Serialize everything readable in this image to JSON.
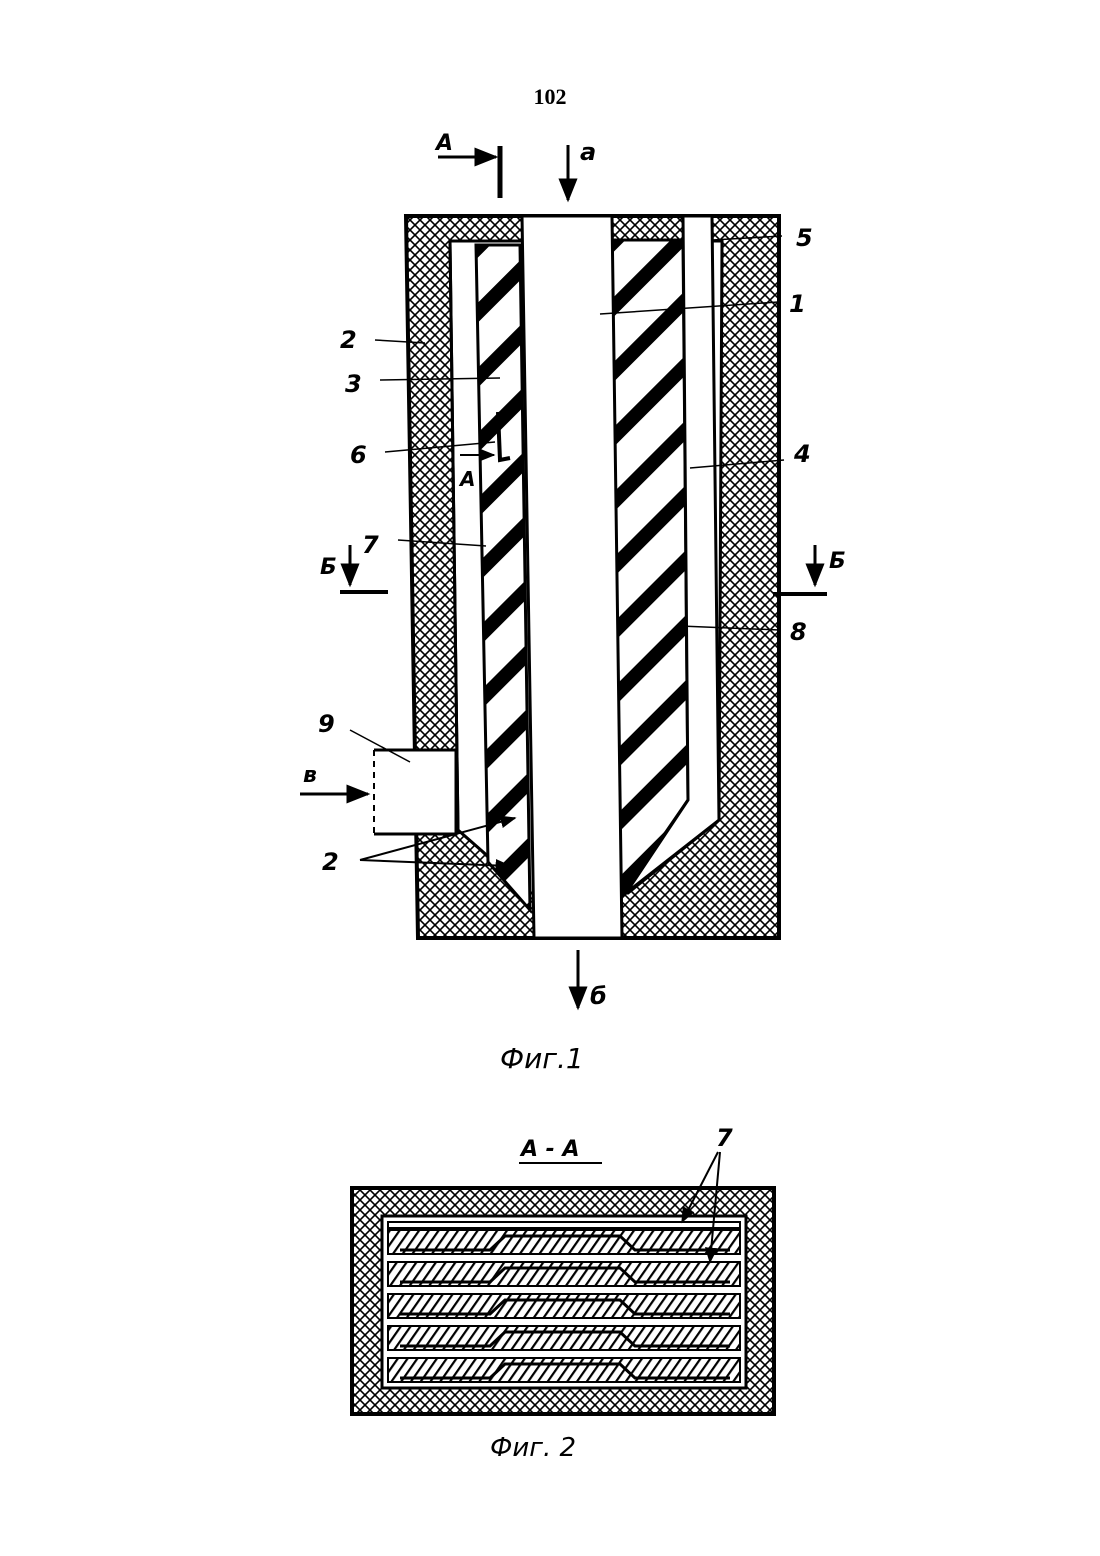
{
  "page_number": "102",
  "figure1": {
    "caption": "Фиг.1",
    "section_marks": {
      "top_left": "А",
      "mid": "А",
      "left_b": "Б",
      "right_b": "Б"
    },
    "flows": {
      "inlet_top": "а",
      "inlet_side": "в",
      "outlet_bottom": "б"
    },
    "callouts": {
      "n1": "1",
      "n2_upper": "2",
      "n2_lower": "2",
      "n3": "3",
      "n4": "4",
      "n5": "5",
      "n6": "6",
      "n7": "7",
      "n8": "8",
      "n9": "9"
    }
  },
  "figure2": {
    "title": "А - А",
    "caption": "Фиг. 2",
    "callout": "7"
  }
}
